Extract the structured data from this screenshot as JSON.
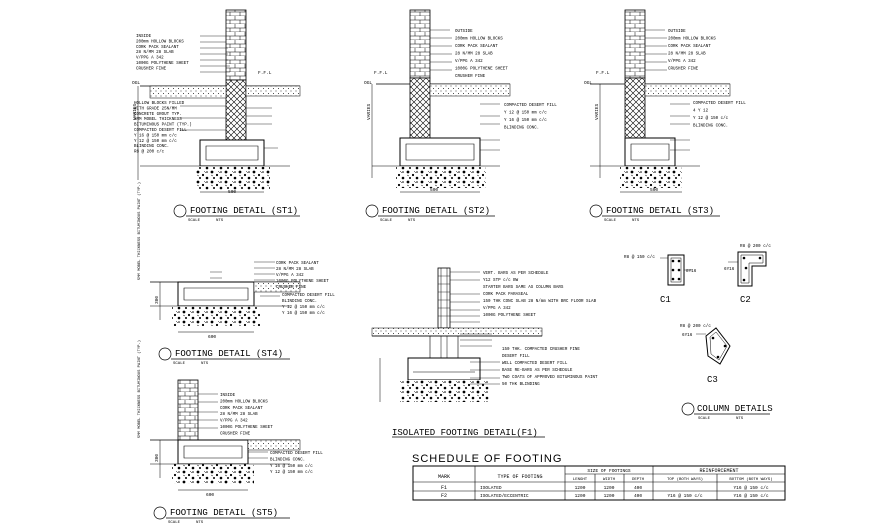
{
  "details": {
    "st1": {
      "title": "FOOTING DETAIL (ST1)",
      "scale": "SCALE",
      "nts": "NTS",
      "notes": [
        "INSIDE",
        "200mm HOLLOW BLOCKS",
        "CORK PACK SEALANT",
        "28 N/MM 28 SLAB",
        "V/PPG A 342",
        "1000G POLYTHENE SHEET",
        "CRUSHER FINE",
        "HOLLOW BLOCKS FILLED",
        "WITH GRADE 25N/MM",
        "CONCRETE GROUT TYP.",
        "5MM MOBEL THICKNESS",
        "BITUMINOUS PAINT (TYP.)",
        "COMPACTED DESERT FILL",
        "Y 16 @ 150 mm c/c",
        "Y 12 @ 150 mm c/c",
        "BLINDING CONC.",
        "R8 @ 200 c/c"
      ],
      "labels": {
        "ogl": "OGL",
        "ffl": "F.F.L",
        "dim": "500",
        "vary": "VARIES"
      }
    },
    "st2": {
      "title": "FOOTING DETAIL (ST2)",
      "scale": "SCALE",
      "nts": "NTS",
      "notes": [
        "OUTSIDE",
        "200mm HOLLOW BLOCKS",
        "CORK PACK SEALANT",
        "28 N/MM 28 SLAB",
        "V/PPG A 342",
        "1000G POLYTHENE SHEET",
        "CRUSHER FINE",
        "COMPACTED DESERT FILL",
        "Y 12 @ 150 mm c/c",
        "Y 16 @ 150 mm c/c",
        "BLINDING CONC."
      ],
      "labels": {
        "ogl": "OGL",
        "ffl": "F.F.L",
        "dim": "500",
        "vary": "VARIES"
      }
    },
    "st3": {
      "title": "FOOTING DETAIL (ST3)",
      "scale": "SCALE",
      "nts": "NTS",
      "notes": [
        "OUTSIDE",
        "200mm HOLLOW BLOCKS",
        "CORK PACK SEALANT",
        "28 N/MM 28 SLAB",
        "V/PPG A 342",
        "CRUSHER FINE",
        "COMPACTED DESERT FILL",
        "4 Y 12",
        "Y 12 @ 150 c/c",
        "BLINDING CONC."
      ],
      "labels": {
        "ogl": "OGL",
        "ffl": "F.F.L",
        "dim": "500",
        "vary": "VARIES"
      }
    },
    "st4": {
      "title": "FOOTING DETAIL (ST4)",
      "scale": "SCALE",
      "nts": "NTS",
      "notes": [
        "CORK PACK SEALANT",
        "28 N/MM 28 SLAB",
        "V/PPG A 342",
        "1000G POLYTHENE SHEET",
        "CRUSHER FINE",
        "COMPACTED DESERT FILL",
        "BLINDING CONC.",
        "Y 12 @ 150 mm c/c",
        "Y 16 @ 150 mm c/c"
      ],
      "labels": {
        "dim": "600",
        "depth": "300",
        "side": "5MM MOBEL THICKNESS BITUMINOUS PAINT (TYP.)"
      }
    },
    "st5": {
      "title": "FOOTING DETAIL (ST5)",
      "scale": "SCALE",
      "nts": "NTS",
      "notes": [
        "INSIDE",
        "200mm HOLLOW BLOCKS",
        "CORK PACK SEALANT",
        "28 N/MM 28 SLAB",
        "V/PPG A 342",
        "1000G POLYTHENE SHEET",
        "CRUSHER FINE",
        "COMPACTED DESERT FILL",
        "BLINDING CONC.",
        "Y 16 @ 150 mm c/c",
        "Y 12 @ 150 mm c/c"
      ],
      "labels": {
        "dim": "600",
        "depth": "300",
        "side": "5MM MOBEL THICKNESS BITUMINOUS PAINT (TYP.)"
      }
    },
    "f1": {
      "title": "ISOLATED FOOTING DETAIL(F1)",
      "notes": [
        "VERT. BARS AS PER SCHEDULE",
        "Y12 STP c/c BW",
        "STARTER BARS SAME AS COLUMN BARS",
        "CORK PACK PARASEAL",
        "150 THK CONC SLAB 28 N/mm WITH BRC FLOOR SLAB",
        "V/PPG A 342",
        "1000G POLYTHENE SHEET",
        "150 THK. COMPACTED CRUSHER FINE",
        "DESERT FILL",
        "WELL COMPACTED DESERT FILL",
        "BASE RE-BARS AS PER SCHEDULE",
        "TWO COATS OF APPROVED BITUMINOUS PAINT",
        "50 THK BLINDING"
      ]
    }
  },
  "columns": {
    "title": "COLUMN DETAILS",
    "scale": "SCALE",
    "nts": "NTS",
    "items": [
      {
        "name": "C1",
        "note": "R8 @ 150 c/c",
        "bars": "8Y16"
      },
      {
        "name": "C2",
        "note": "R8 @ 200 c/c",
        "bars": "6Y16"
      },
      {
        "name": "C3",
        "note": "R8 @ 200 c/c",
        "bars": "6Y16"
      }
    ]
  },
  "schedule": {
    "title": "SCHEDULE OF FOOTING",
    "headers": {
      "mark": "MARK",
      "type": "TYPE OF FOOTING",
      "size": "SIZE OF FOOTINGS",
      "reinf": "REINFORCEMENT",
      "length": "LENGHT",
      "width": "WIDTH",
      "depth": "DEPTH",
      "top": "TOP (BOTH WAYS)",
      "bottom": "BOTTOM (BOTH WAYS)"
    },
    "rows": [
      {
        "mark": "F1",
        "type": "ISOLATED",
        "length": "1200",
        "width": "1200",
        "depth": "400",
        "top": "",
        "bottom": "Y16 @ 150 c/c"
      },
      {
        "mark": "F2",
        "type": "ISOLATED/ECCENTRIC",
        "length": "1200",
        "width": "1200",
        "depth": "400",
        "top": "Y16 @ 150 c/c",
        "bottom": "Y16 @ 150 c/c"
      }
    ]
  }
}
